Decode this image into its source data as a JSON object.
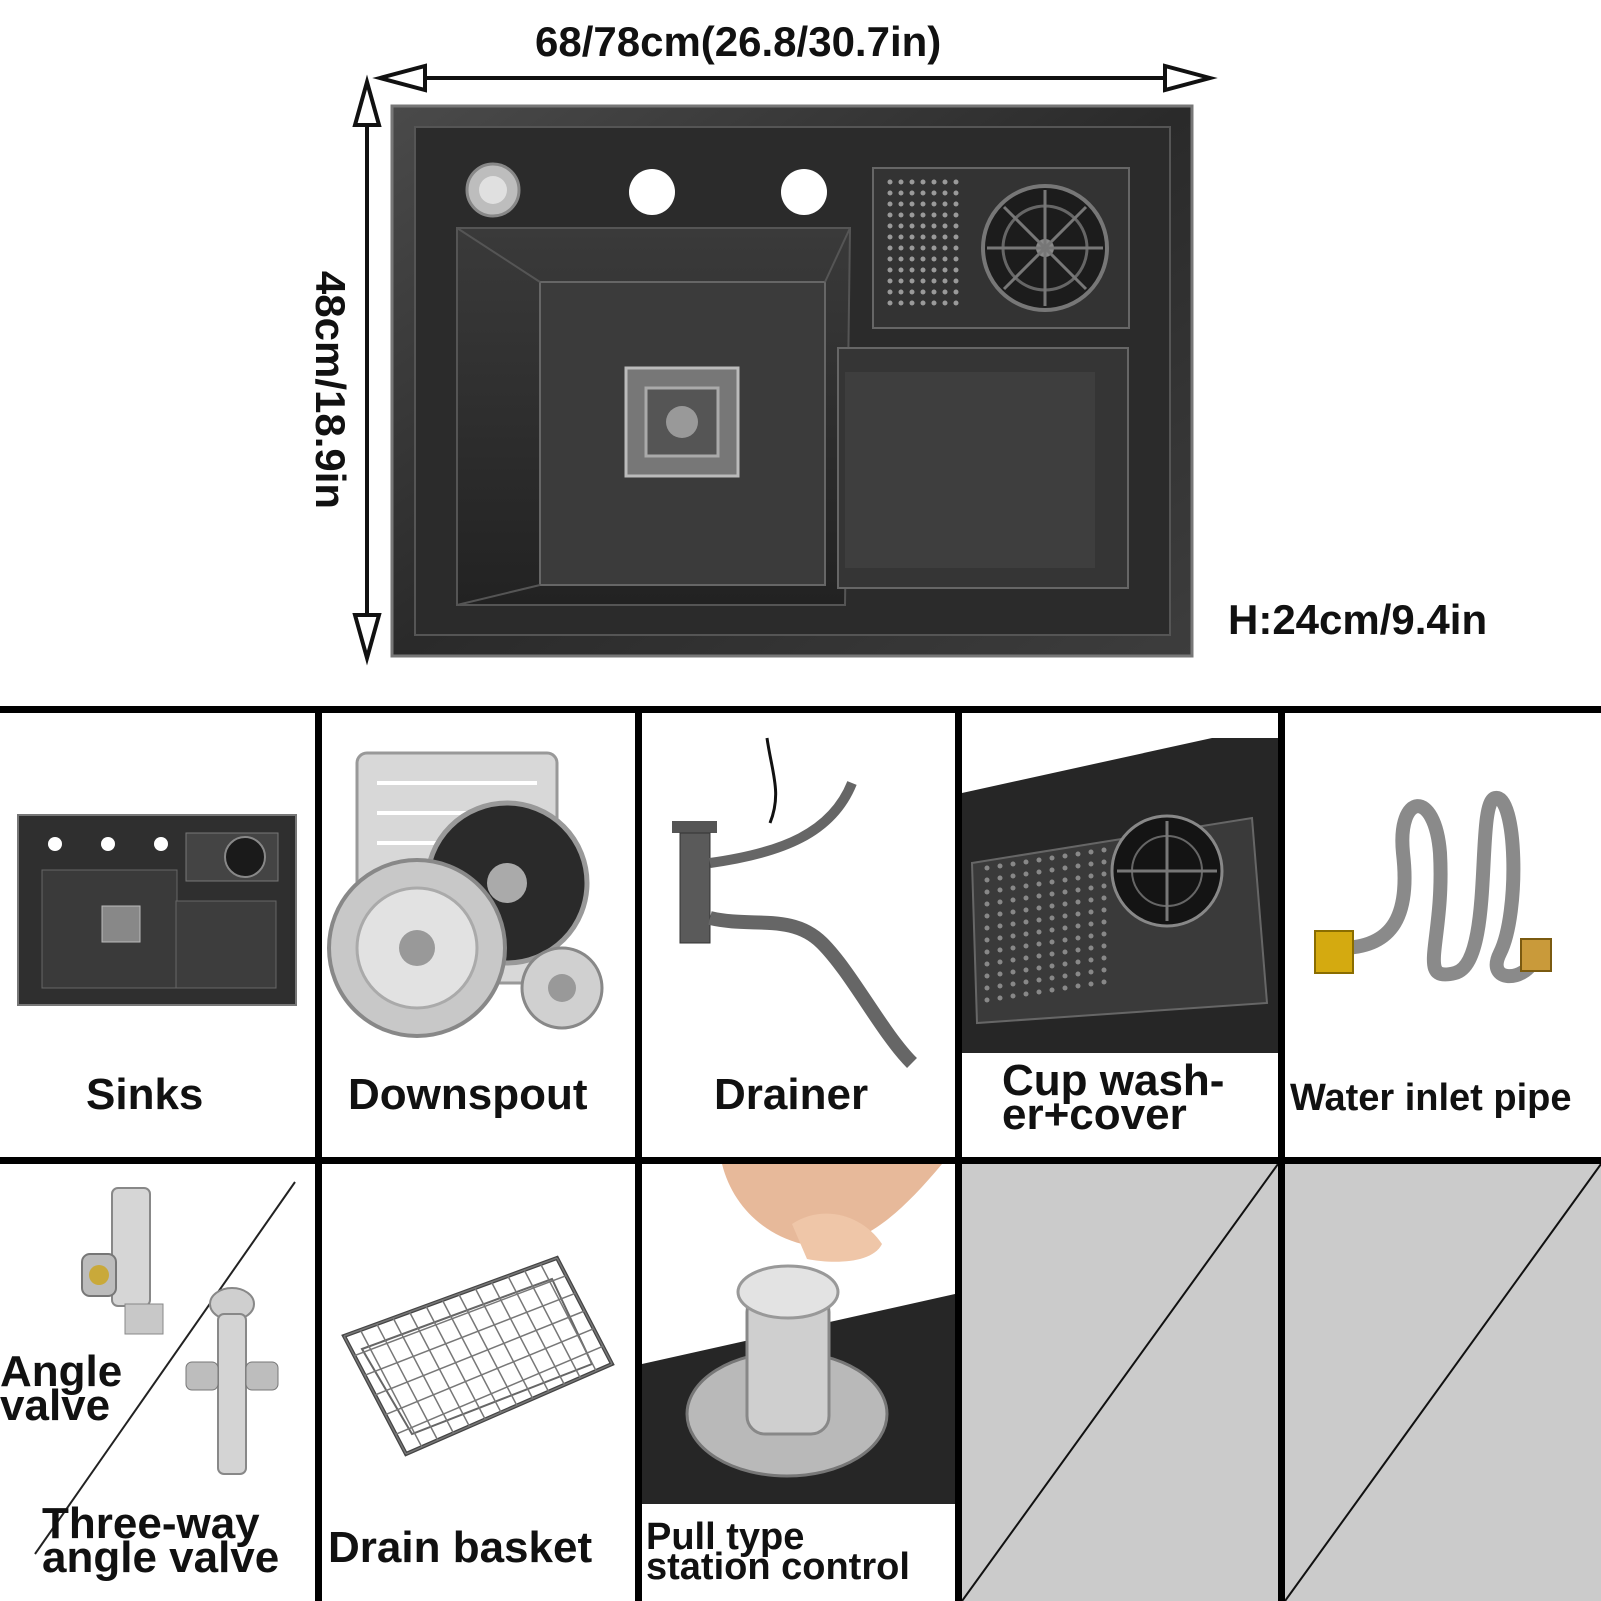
{
  "dimensions": {
    "width": "68/78cm(26.8/30.7in)",
    "depth": "48cm/18.9in",
    "height": "H:24cm/9.4in"
  },
  "components": {
    "sinks": "Sinks",
    "downspout": "Downspout",
    "drainer": "Drainer",
    "cup_washer_line1": "Cup wash-",
    "cup_washer_line2": "er+cover",
    "water_inlet_pipe": "Water inlet pipe",
    "angle_valve_line1": "Angle",
    "angle_valve_line2": "valve",
    "three_way_line1": "Three-way",
    "three_way_line2": "angle valve",
    "drain_basket": "Drain basket",
    "pull_type_line1": "Pull type",
    "pull_type_line2": "station control"
  },
  "colors": {
    "sink_dark": "#2e2e2e",
    "placeholder_gray": "#cbcbcb"
  }
}
